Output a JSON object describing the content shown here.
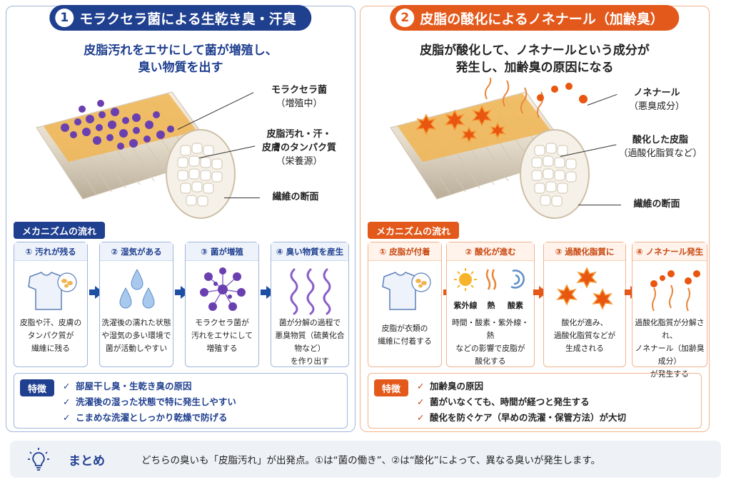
{
  "left": {
    "title_num": "1",
    "title": "モラクセラ菌による生乾き臭・汗臭",
    "subtitle_line1": "皮脂汚れをエサにして菌が増殖し、",
    "subtitle_line2": "臭い物質を出す",
    "callouts": [
      {
        "main": "モラクセラ菌",
        "sub": "（増殖中）"
      },
      {
        "main": "皮脂汚れ・汗・",
        "main2": "皮膚のタンパク質",
        "sub": "（栄養源）"
      },
      {
        "main": "繊維の断面"
      }
    ],
    "mech_label": "メカニズムの流れ",
    "steps": [
      {
        "title": "① 汚れが残る",
        "lines": [
          "皮脂や汗、皮膚の",
          "タンパク質が",
          "繊維に残る"
        ]
      },
      {
        "title": "② 湿気がある",
        "lines": [
          "洗濯後の濡れた状態",
          "や湿気の多い環境で",
          "菌が活動しやすい"
        ]
      },
      {
        "title": "③ 菌が増殖",
        "lines": [
          "モラクセラ菌が",
          "汚れをエサにして",
          "増殖する"
        ]
      },
      {
        "title": "④ 臭い物質を産生",
        "lines": [
          "菌が分解の過程で",
          "悪臭物質（硫黄化合物など）",
          "を作り出す"
        ]
      }
    ],
    "feat_label": "特徴",
    "features": [
      "部屋干し臭・生乾き臭の原因",
      "洗濯後の湿った状態で特に発生しやすい",
      "こまめな洗濯としっかり乾燥で防げる"
    ]
  },
  "right": {
    "title_num": "2",
    "title": "皮脂の酸化によるノネナール（加齢臭）",
    "subtitle_line1": "皮脂が酸化して、ノネナールという成分が",
    "subtitle_line2": "発生し、加齢臭の原因になる",
    "callouts": [
      {
        "main": "ノネナール",
        "sub": "（悪臭成分）"
      },
      {
        "main": "酸化した皮脂",
        "sub": "（過酸化脂質など）"
      },
      {
        "main": "繊維の断面"
      }
    ],
    "mech_label": "メカニズムの流れ",
    "steps": [
      {
        "title": "① 皮脂が付着",
        "lines": [
          "皮脂が衣類の",
          "繊維に付着する"
        ]
      },
      {
        "title": "② 酸化が進む",
        "icon_labels": [
          "紫外線",
          "熱",
          "酸素"
        ],
        "lines": [
          "時間・酸素・紫外線・熱",
          "などの影響で皮脂が",
          "酸化する"
        ]
      },
      {
        "title": "③ 過酸化脂質に",
        "lines": [
          "酸化が進み、",
          "過酸化脂質などが",
          "生成される"
        ]
      },
      {
        "title": "④ ノネナール発生",
        "lines": [
          "過酸化脂質が分解され、",
          "ノネナール（加齢臭成分）",
          "が発生する"
        ]
      }
    ],
    "feat_label": "特徴",
    "features": [
      "加齢臭の原因",
      "菌がいなくても、時間が経つと発生する",
      "酸化を防ぐケア（早めの洗濯・保管方法）が大切"
    ]
  },
  "summary": {
    "title": "まとめ",
    "text": "どちらの臭いも「皮脂汚れ」が出発点。①は“菌の働き”、②は“酸化”によって、異なる臭いが発生します。"
  },
  "colors": {
    "blue": "#1f3f8f",
    "orange": "#e3591b",
    "bacteria": "#6a3fb0",
    "sebum": "#f0b552",
    "fiber": "#ece4d6"
  }
}
